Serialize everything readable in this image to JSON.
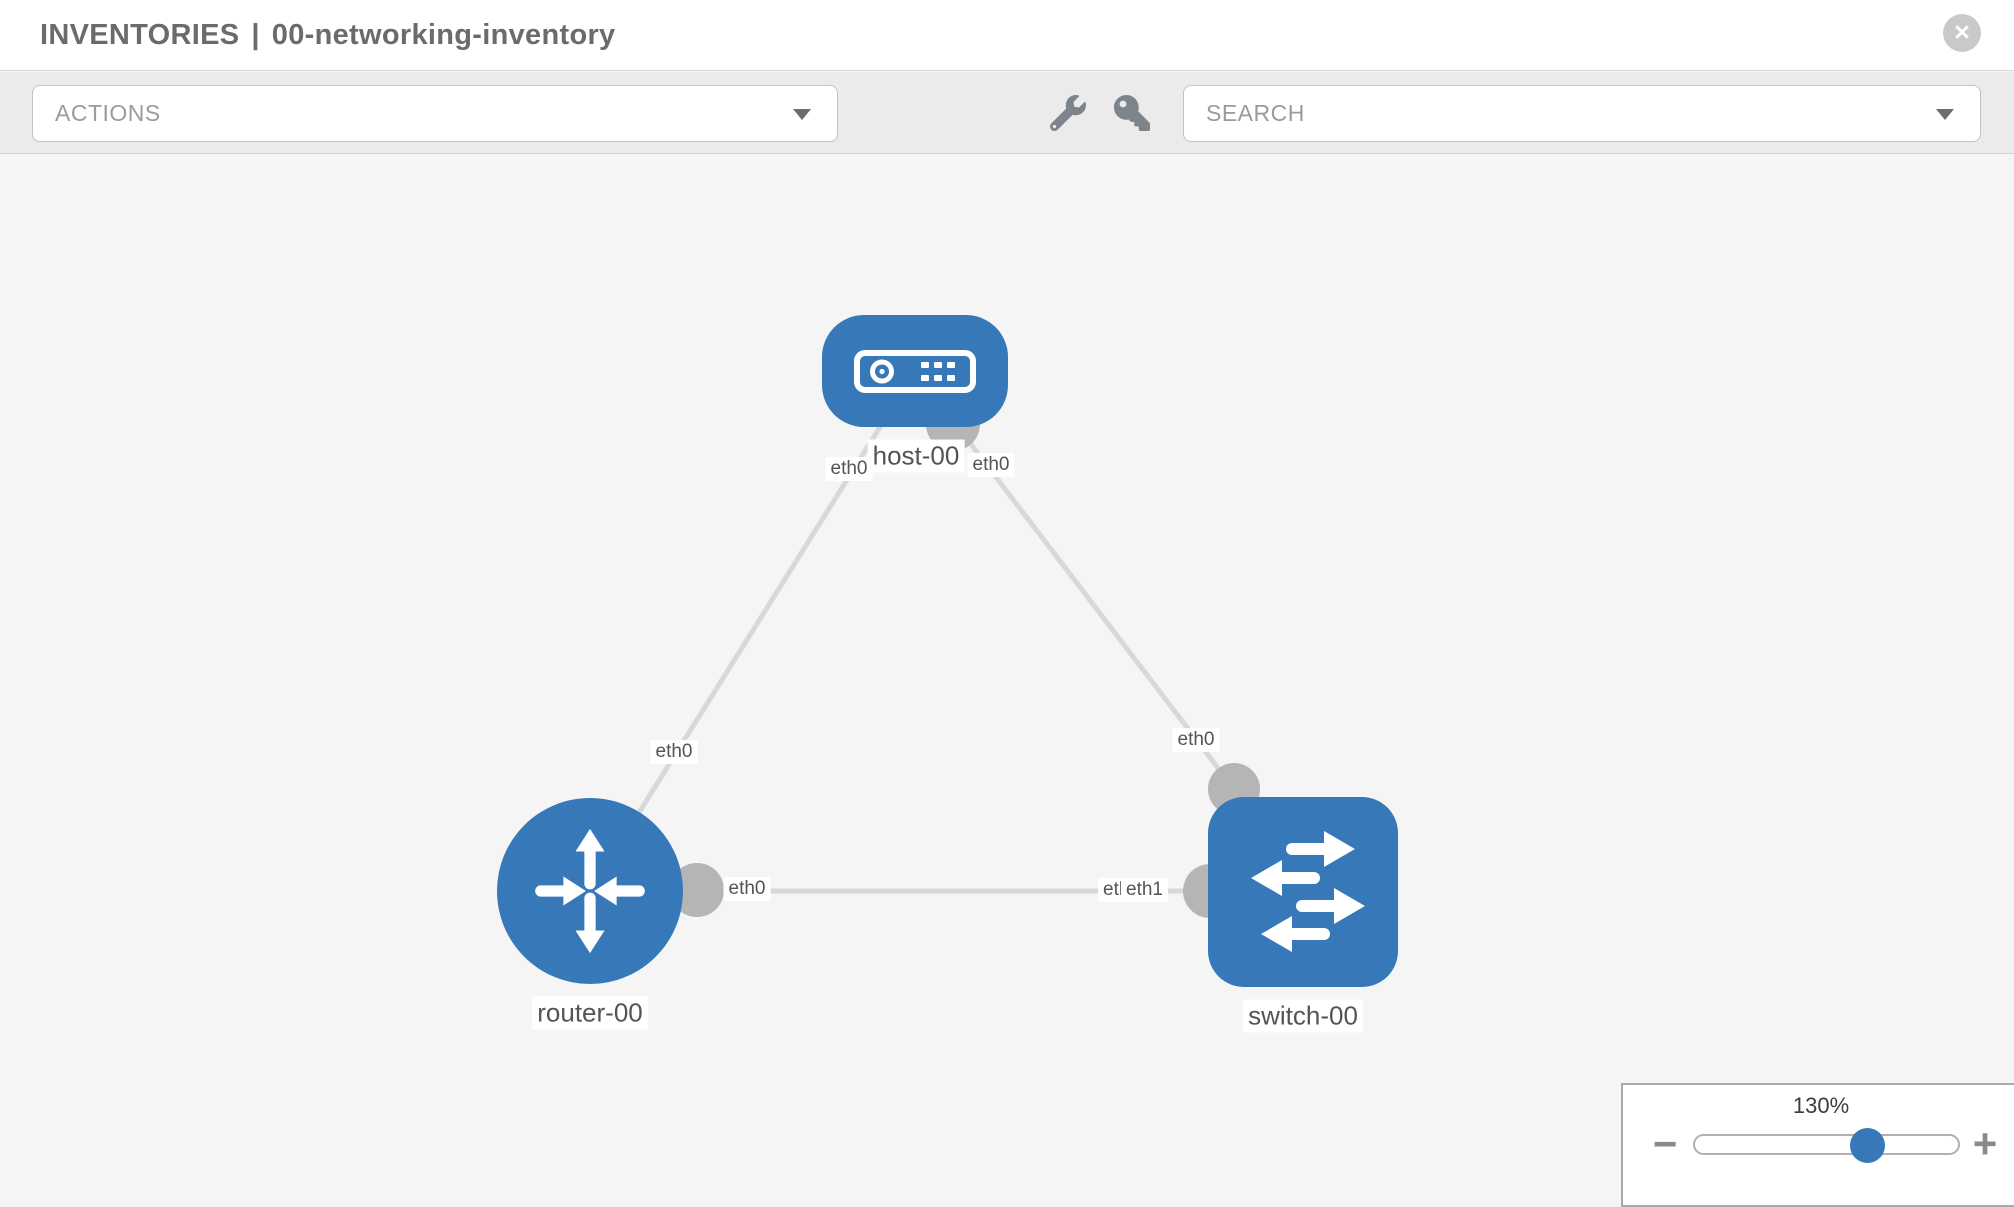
{
  "window": {
    "title_primary": "INVENTORIES",
    "title_separator": "|",
    "title_secondary": "00-networking-inventory",
    "close_glyph": "×"
  },
  "toolbar": {
    "actions_label": "ACTIONS",
    "search_placeholder": "SEARCH",
    "tool_icons": [
      "wrench-icon",
      "key-icon"
    ]
  },
  "topology": {
    "nodes": [
      {
        "label": "host-00",
        "type": "host",
        "shape": "rounded-rect"
      },
      {
        "label": "router-00",
        "type": "router",
        "shape": "circle"
      },
      {
        "label": "switch-00",
        "type": "switch",
        "shape": "rounded-square"
      }
    ],
    "links": [
      {
        "source": "host-00",
        "target": "router-00",
        "source_interface": "eth0",
        "target_interface": "eth0"
      },
      {
        "source": "host-00",
        "target": "switch-00",
        "source_interface": "eth0",
        "target_interface": "eth0"
      },
      {
        "source": "router-00",
        "target": "switch-00",
        "source_interface": "eth0",
        "target_interface": "eth1",
        "occluded_interface_label": "eth0"
      }
    ]
  },
  "zoom_control": {
    "level": "130%",
    "zoom_out_glyph": "−",
    "zoom_in_glyph": "+"
  },
  "colors": {
    "node_blue": "#3779b8",
    "link_gray": "#d8d8d8",
    "connector_gray": "#b5b5b5",
    "canvas_bg": "#f5f5f5",
    "toolbar_bg": "#ebebeb"
  }
}
